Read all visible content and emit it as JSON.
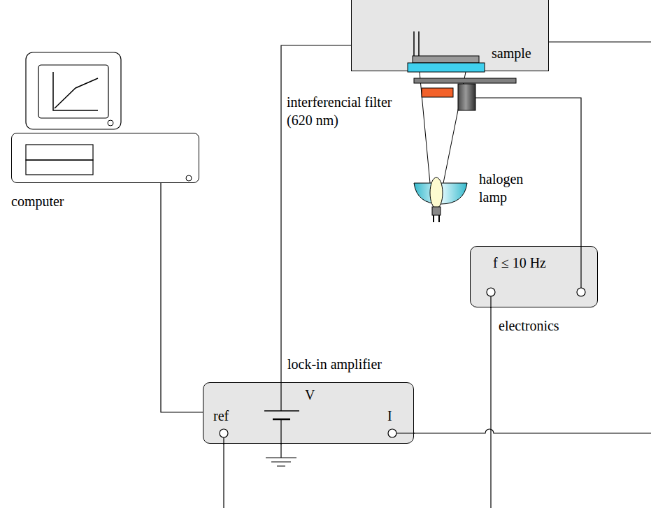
{
  "diagram": {
    "nodes": [
      {
        "text": [
          "computer"
        ]
      },
      {
        "text": [
          "sample"
        ]
      },
      {
        "text": [
          "f ≤ 10 Hz",
          "electronics"
        ]
      },
      {
        "text": [
          "lock-in amplifier",
          "ref",
          "V",
          "I"
        ]
      }
    ],
    "edges": [
      {
        "from": 0,
        "to": 3,
        "arrow": "none"
      },
      {
        "from": 3,
        "to": 1,
        "arrow": "none"
      }
    ],
    "labels": [
      "interferencial filter (620 nm)",
      "halogen lamp"
    ]
  }
}
